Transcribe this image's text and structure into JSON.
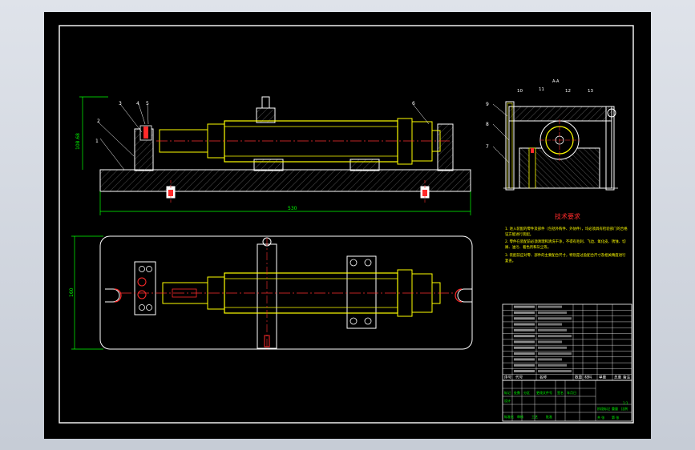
{
  "drawing": {
    "dimensions": {
      "overall_length": "530",
      "front_height": "108.68",
      "plan_height": "160"
    },
    "balloons": {
      "front": [
        "1",
        "2",
        "3",
        "4",
        "5",
        "6"
      ],
      "side": [
        "9",
        "8",
        "7",
        "10",
        "11",
        "12",
        "13"
      ],
      "side_top": "A-A"
    },
    "tech_requirements": {
      "title": "技术要求",
      "lines": [
        "1. 进入装配的零件及部件（包括外购件、外协件），均必须具有检验部门的合格",
        "证方能进行装配。",
        "2. 零件在装配前必须清理和清洗干净，不得有毛刺、飞边、氧化皮、锈蚀、切",
        "屑、油污、着色剂和灰尘等。",
        "3. 装配前应对零、部件的主要配合尺寸，特别是过盈配合尺寸及相关精度进行",
        "复查。"
      ]
    },
    "parts_table": {
      "footer": [
        "序号",
        "代号",
        "名称",
        "数量",
        "材料",
        "单重",
        "总重",
        "备注"
      ]
    },
    "title_block": {
      "cells": [
        "标记",
        "处数",
        "分区",
        "更改文件号",
        "签名",
        "年月日",
        "阶段标记",
        "重量",
        "比例",
        "设计",
        "标准化",
        "审核",
        "工艺",
        "批准",
        "共 张",
        "第 张",
        "1:1"
      ]
    }
  }
}
